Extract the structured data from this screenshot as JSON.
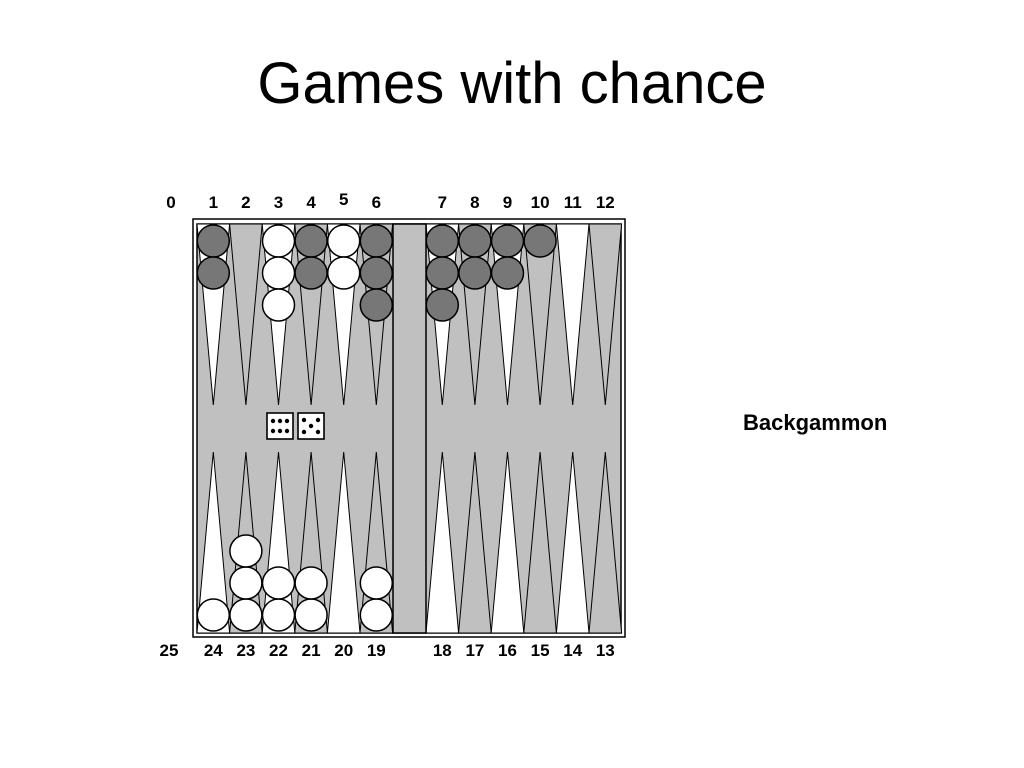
{
  "slide": {
    "title": "Games with chance",
    "caption": "Backgammon"
  },
  "board": {
    "top_labels": [
      "0",
      "1",
      "2",
      "3",
      "4",
      "5",
      "6",
      "7",
      "8",
      "9",
      "10",
      "11",
      "12"
    ],
    "bottom_labels": [
      "25",
      "24",
      "23",
      "22",
      "21",
      "20",
      "19",
      "18",
      "17",
      "16",
      "15",
      "14",
      "13"
    ],
    "checkers_top": [
      {
        "point": "1",
        "color": "dark",
        "count": 2
      },
      {
        "point": "3",
        "color": "white",
        "count": 3
      },
      {
        "point": "4",
        "color": "dark",
        "count": 2
      },
      {
        "point": "5",
        "color": "white",
        "count": 2
      },
      {
        "point": "6",
        "color": "dark",
        "count": 3
      },
      {
        "point": "7",
        "color": "dark",
        "count": 3
      },
      {
        "point": "8",
        "color": "dark",
        "count": 2
      },
      {
        "point": "9",
        "color": "dark",
        "count": 2
      },
      {
        "point": "10",
        "color": "dark",
        "count": 1
      }
    ],
    "checkers_bottom": [
      {
        "point": "24",
        "color": "white",
        "count": 1
      },
      {
        "point": "23",
        "color": "white",
        "count": 3
      },
      {
        "point": "22",
        "color": "white",
        "count": 2
      },
      {
        "point": "21",
        "color": "white",
        "count": 2
      },
      {
        "point": "19",
        "color": "white",
        "count": 2
      }
    ],
    "dice": [
      6,
      5
    ],
    "colors": {
      "board": "#c0c0c0",
      "light_point": "#ffffff",
      "dark_checker": "#777777",
      "white_checker": "#ffffff",
      "outline": "#000000"
    }
  }
}
